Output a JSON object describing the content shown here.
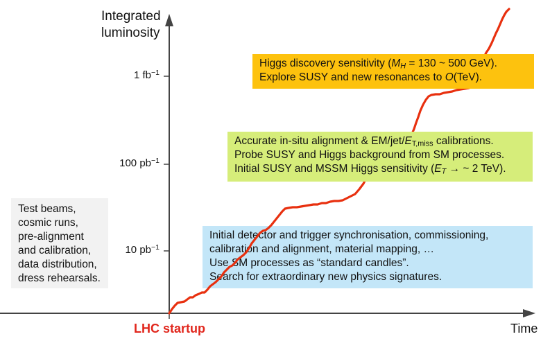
{
  "axes": {
    "y_title_line1": "Integrated",
    "y_title_line2": "luminosity",
    "y_ticks": [
      {
        "label": "1 fb",
        "sup": "−1"
      },
      {
        "label": "100 pb",
        "sup": "−1"
      },
      {
        "label": "10 pb",
        "sup": "−1"
      }
    ],
    "x_start_label": "LHC startup",
    "x_end_label": "Time"
  },
  "boxes": {
    "prestart": {
      "lines": [
        "Test beams,",
        "cosmic runs,",
        "pre-alignment",
        "and calibration,",
        "data distribution,",
        "dress rehearsals."
      ],
      "color": "#f2f2f2"
    },
    "higgs": {
      "line1_pre": "Higgs discovery sensitivity (",
      "line1_mh": "M",
      "line1_mh_sub": "H",
      "line1_post": " = 130 ~ 500 GeV).",
      "line2_pre": "Explore SUSY and new resonances to ",
      "line2_o": "O",
      "line2_post": "(TeV).",
      "color": "#fdc20e"
    },
    "alignment": {
      "line1_pre": "Accurate in-situ alignment & EM/jet/",
      "line1_e": "E",
      "line1_sub": "T,miss",
      "line1_post": " calibrations.",
      "line2": "Probe SUSY and Higgs background from SM processes.",
      "line3_pre": "Initial SUSY and MSSM Higgs sensitivity (",
      "line3_e": "E",
      "line3_sub": "T",
      "line3_post": " → ~ 2 TeV).",
      "color": "#d6ed7a"
    },
    "initial": {
      "lines": [
        "Initial detector and trigger synchronisation, commissioning,",
        "calibration and alignment, material mapping, …",
        "Use SM processes as “standard candles”.",
        "Search for extraordinary new physics signatures."
      ],
      "color": "#c3e6f8"
    }
  },
  "colors": {
    "curve": "#e8300f",
    "axis": "#444444",
    "startup_label": "#e1261c"
  }
}
